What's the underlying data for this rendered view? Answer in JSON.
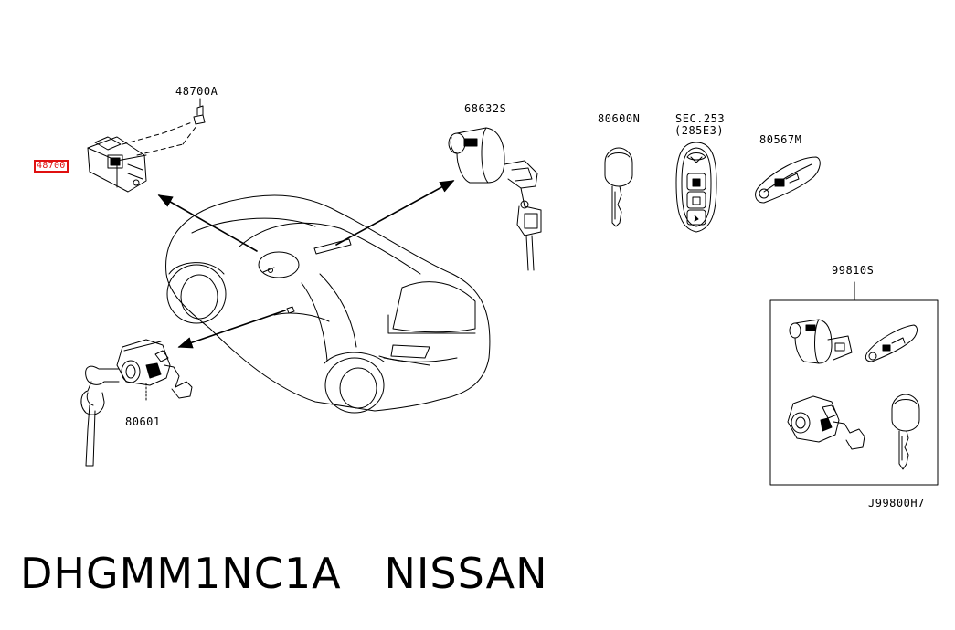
{
  "diagram": {
    "parts": {
      "steering_lock_unit": "48700",
      "steering_lock_bolt": "48700A",
      "ignition_cylinder": "68632S",
      "mechanical_key": "80600N",
      "intelligent_key_ref": "SEC.253",
      "intelligent_key_ref_sub": "(285E3)",
      "emergency_key": "80567M",
      "door_lock_cylinder": "80601",
      "key_set": "99810S"
    },
    "drawing_number": "J99800H7",
    "highlight_color": "#e01010"
  },
  "footer": {
    "part_code": "DHGMM1NC1A",
    "brand": "NISSAN"
  }
}
